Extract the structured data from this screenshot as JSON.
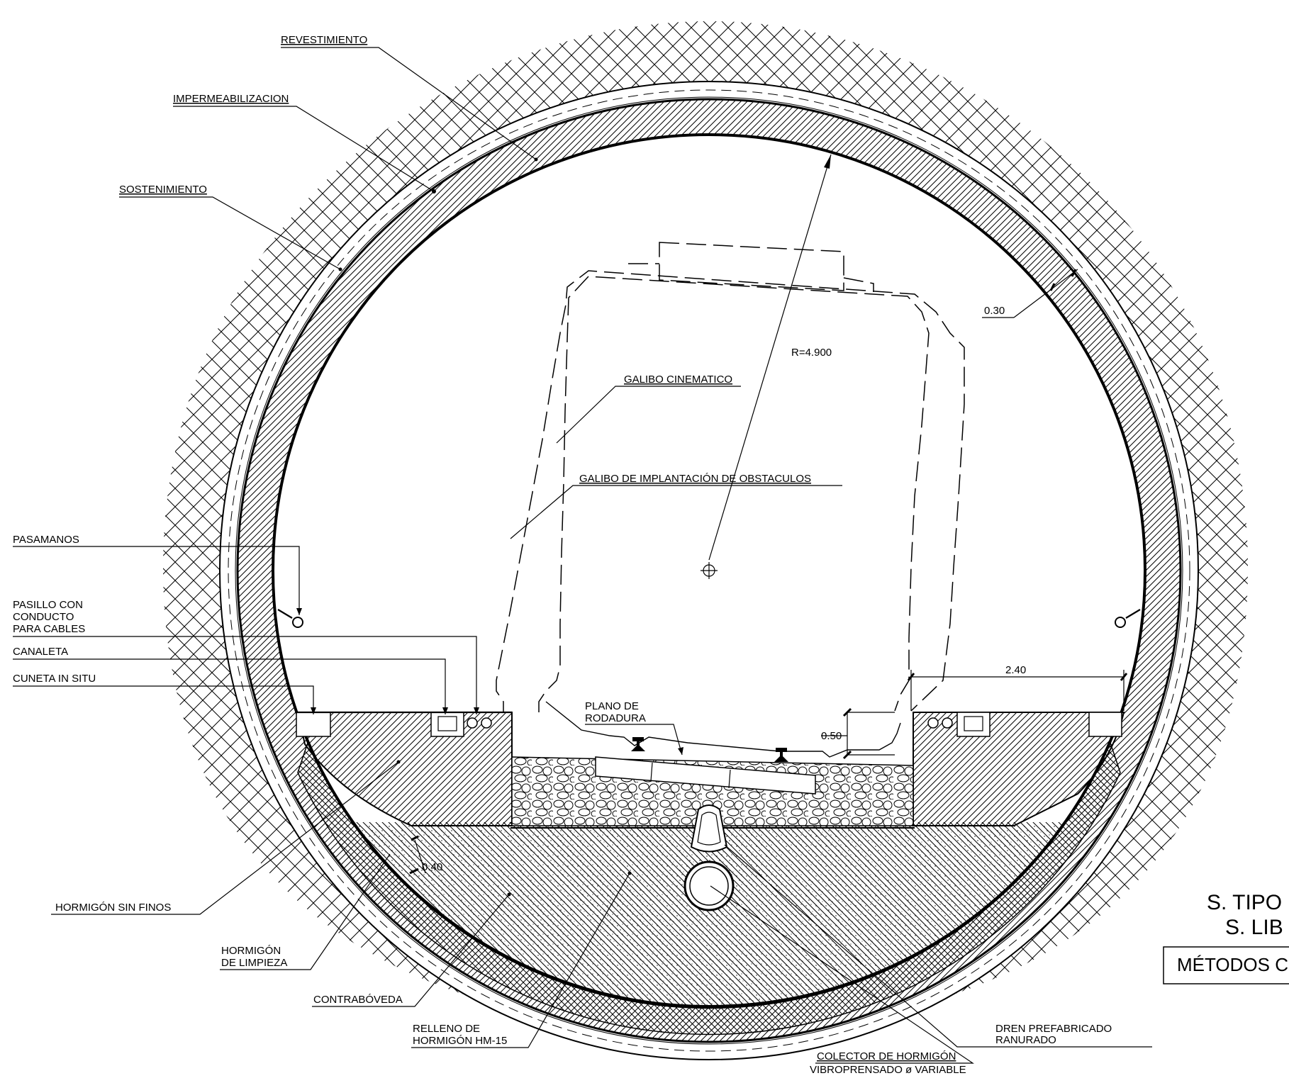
{
  "labels": {
    "revestimiento": "REVESTIMIENTO",
    "impermeabilizacion": "IMPERMEABILIZACION",
    "sostenimiento": "SOSTENIMIENTO",
    "pasamanos": "PASAMANOS",
    "pasillo_1": "PASILLO CON",
    "pasillo_2": "CONDUCTO",
    "pasillo_3": "PARA CABLES",
    "canaleta": "CANALETA",
    "cuneta": "CUNETA IN SITU",
    "galibo_cinematico": "GALIBO CINEMATICO",
    "galibo_implantacion": "GALIBO DE IMPLANTACIÓN DE OBSTACULOS",
    "plano_1": "PLANO DE",
    "plano_2": "RODADURA",
    "hormigon_sin_finos": "HORMIGÓN SIN FINOS",
    "limpieza_1": "HORMIGÓN",
    "limpieza_2": "DE LIMPIEZA",
    "contraboveda": "CONTRABÓVEDA",
    "relleno_1": "RELLENO DE",
    "relleno_2": "HORMIGÓN HM-15",
    "colector_1": "COLECTOR DE HORMIGÓN",
    "colector_2": "VIBROPRENSADO ø VARIABLE",
    "dren_1": "DREN PREFABRICADO",
    "dren_2": "RANURADO"
  },
  "dimensions": {
    "radius": "R=4.900",
    "lining_thickness": "0.30",
    "walkway_width": "2.40",
    "platform_height": "0.50",
    "invert_thickness": "0.40"
  },
  "title_block": {
    "line1": "S. TIPO",
    "line2": "S. LIB",
    "box": "MÉTODOS C"
  }
}
